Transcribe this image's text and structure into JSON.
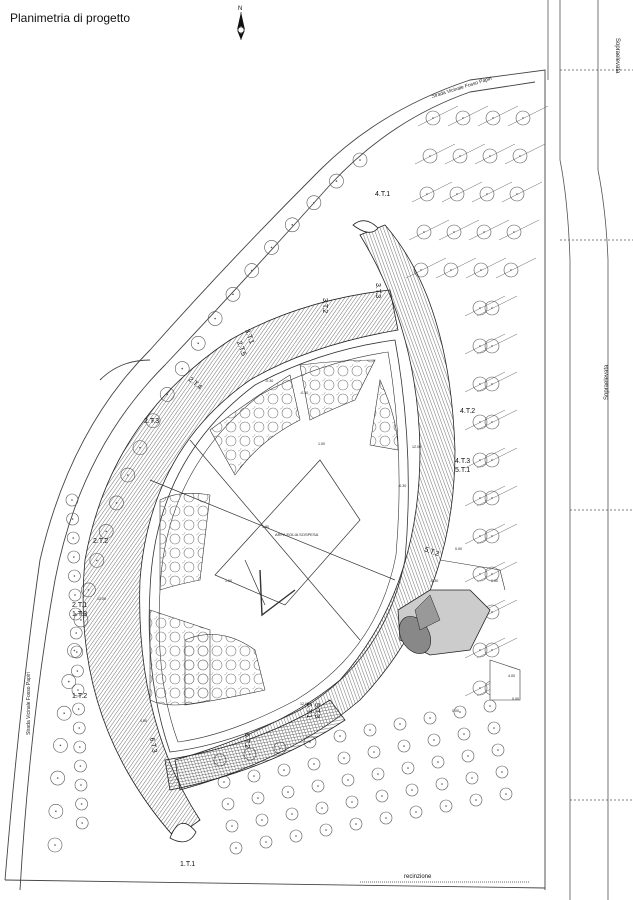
{
  "title": "Planimetria di progetto",
  "north": "N",
  "roads": {
    "top": "Strada Vicinale Fosso Papiri",
    "left": "Strada Vicinale Fosso Papiri",
    "right_top": "Sopraelevata",
    "right_mid": "Sopraelevata"
  },
  "center_label": "ARPA EOLIA SOSPESA",
  "fence_label": "recinzione",
  "sectors": [
    {
      "id": "s411",
      "text": "4.T.1"
    },
    {
      "id": "s313",
      "text": "3.T.3"
    },
    {
      "id": "s312",
      "text": "3.T.2"
    },
    {
      "id": "s311",
      "text": "3.T.1"
    },
    {
      "id": "s215",
      "text": "2.T.5"
    },
    {
      "id": "s214",
      "text": "2.T.4"
    },
    {
      "id": "s213",
      "text": "2.T.3"
    },
    {
      "id": "s212",
      "text": "2.T.2"
    },
    {
      "id": "s211",
      "text": "2.T.1"
    },
    {
      "id": "s113",
      "text": "1.T.3"
    },
    {
      "id": "s112",
      "text": "1.T.2"
    },
    {
      "id": "s111",
      "text": "1.T.1"
    },
    {
      "id": "s412",
      "text": "4.T.2"
    },
    {
      "id": "s413",
      "text": "4.T.3"
    },
    {
      "id": "s511",
      "text": "5.T.1"
    },
    {
      "id": "s512",
      "text": "5.T.2"
    },
    {
      "id": "s513",
      "text": "5.T.3"
    },
    {
      "id": "s611",
      "text": "6.T.1"
    },
    {
      "id": "s612",
      "text": "6.T.2"
    },
    {
      "id": "s613",
      "text": "6.T.3"
    }
  ],
  "levels": {
    "a": "1.80",
    "b": "1.00",
    "c": "1.00",
    "d": "0.00",
    "e": "0.00",
    "f": "0.00",
    "g": "0.00",
    "h": "4.00",
    "i": "-0.30",
    "j": "-0.30",
    "k": "-0.30",
    "l": "-0.30",
    "m": "12.00",
    "n": "12.00",
    "o": "12.00",
    "p": "4.00"
  }
}
